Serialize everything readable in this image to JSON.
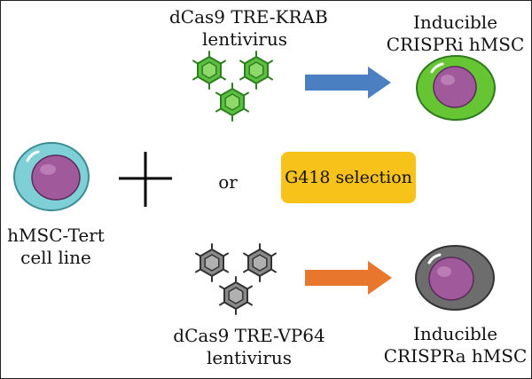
{
  "krab_virus": {
    "line1": "dCas9 TRE-KRAB",
    "line2": "lentivirus"
  },
  "vp64_virus": {
    "line1": "dCas9 TRE-VP64",
    "line2": "lentivirus"
  },
  "crispri_cell": {
    "line1": "Inducible",
    "line2": "CRISPRi hMSC"
  },
  "crispra_cell": {
    "line1": "Inducible",
    "line2": "CRISPRa hMSC"
  },
  "host_cell": {
    "line1": "hMSC-Tert",
    "line2": "cell line"
  },
  "or_label": "or",
  "selection_label": "G418 selection",
  "colors": {
    "krab_virus": "#5bbf3f",
    "vp64_virus": "#8a8a8a",
    "arrow_top": "#4a7fc1",
    "arrow_bottom": "#e8762d",
    "crispri_cytoplasm": "#66c533",
    "crispra_cytoplasm": "#6d6d6d",
    "host_cytoplasm": "#7fd0d6",
    "nucleus": "#a05a9c",
    "selection_box": "#f7c21a"
  },
  "icons": {
    "plus": "plus-icon",
    "virus": "virus-icon",
    "arrow": "arrow-right-icon",
    "cell": "cell-icon"
  }
}
